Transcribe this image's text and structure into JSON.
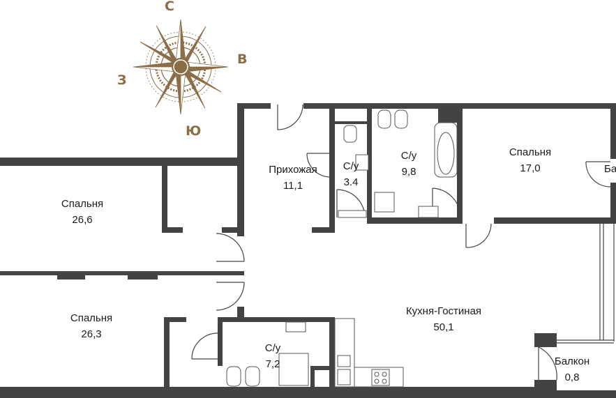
{
  "compass": {
    "north": "С",
    "south": "Ю",
    "east": "В",
    "west": "З"
  },
  "rooms": [
    {
      "id": "hallway",
      "name": "Прихожая",
      "area": "11,1"
    },
    {
      "id": "bath-small",
      "name": "С/у",
      "area": "3.4"
    },
    {
      "id": "bath-main",
      "name": "С/у",
      "area": "9,8"
    },
    {
      "id": "bedroom-right",
      "name": "Спальня",
      "area": "17,0"
    },
    {
      "id": "bedroom-top-left",
      "name": "Спальня",
      "area": "26,6"
    },
    {
      "id": "bedroom-bottom-left",
      "name": "Спальня",
      "area": "26,3"
    },
    {
      "id": "kitchen-living",
      "name": "Кухня-Гостиная",
      "area": "50,1"
    },
    {
      "id": "bath-bottom",
      "name": "С/у",
      "area": "7,2"
    },
    {
      "id": "balcony",
      "name": "Балкон",
      "area": "0,8"
    }
  ],
  "cropped_label": "Ба",
  "colors": {
    "wall": "#434343",
    "compass": "#8b6d47",
    "text": "#1a1a1a"
  }
}
